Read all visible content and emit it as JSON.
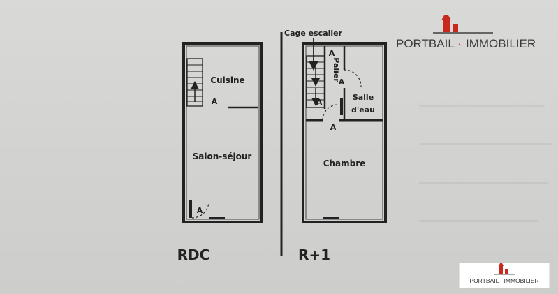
{
  "plan": {
    "ground_floor": {
      "level_label": "RDC",
      "rooms": {
        "kitchen": "Cuisine",
        "living": "Salon-séjour"
      },
      "markers": [
        "A",
        "A"
      ]
    },
    "first_floor": {
      "level_label": "R+1",
      "callout": "Cage escalier",
      "rooms": {
        "landing": "Palier",
        "bathroom_line1": "Salle",
        "bathroom_line2": "d'eau",
        "bedroom": "Chambre"
      },
      "markers": [
        "A",
        "A",
        "A",
        "A"
      ]
    }
  },
  "branding": {
    "watermark_name": "PORTBAIL",
    "watermark_separator": "·",
    "watermark_suffix": "IMMOBILIER",
    "badge_text": "PORTBAIL · IMMOBILIER",
    "accent_color": "#c8281e",
    "text_color": "#3a3a3a"
  }
}
